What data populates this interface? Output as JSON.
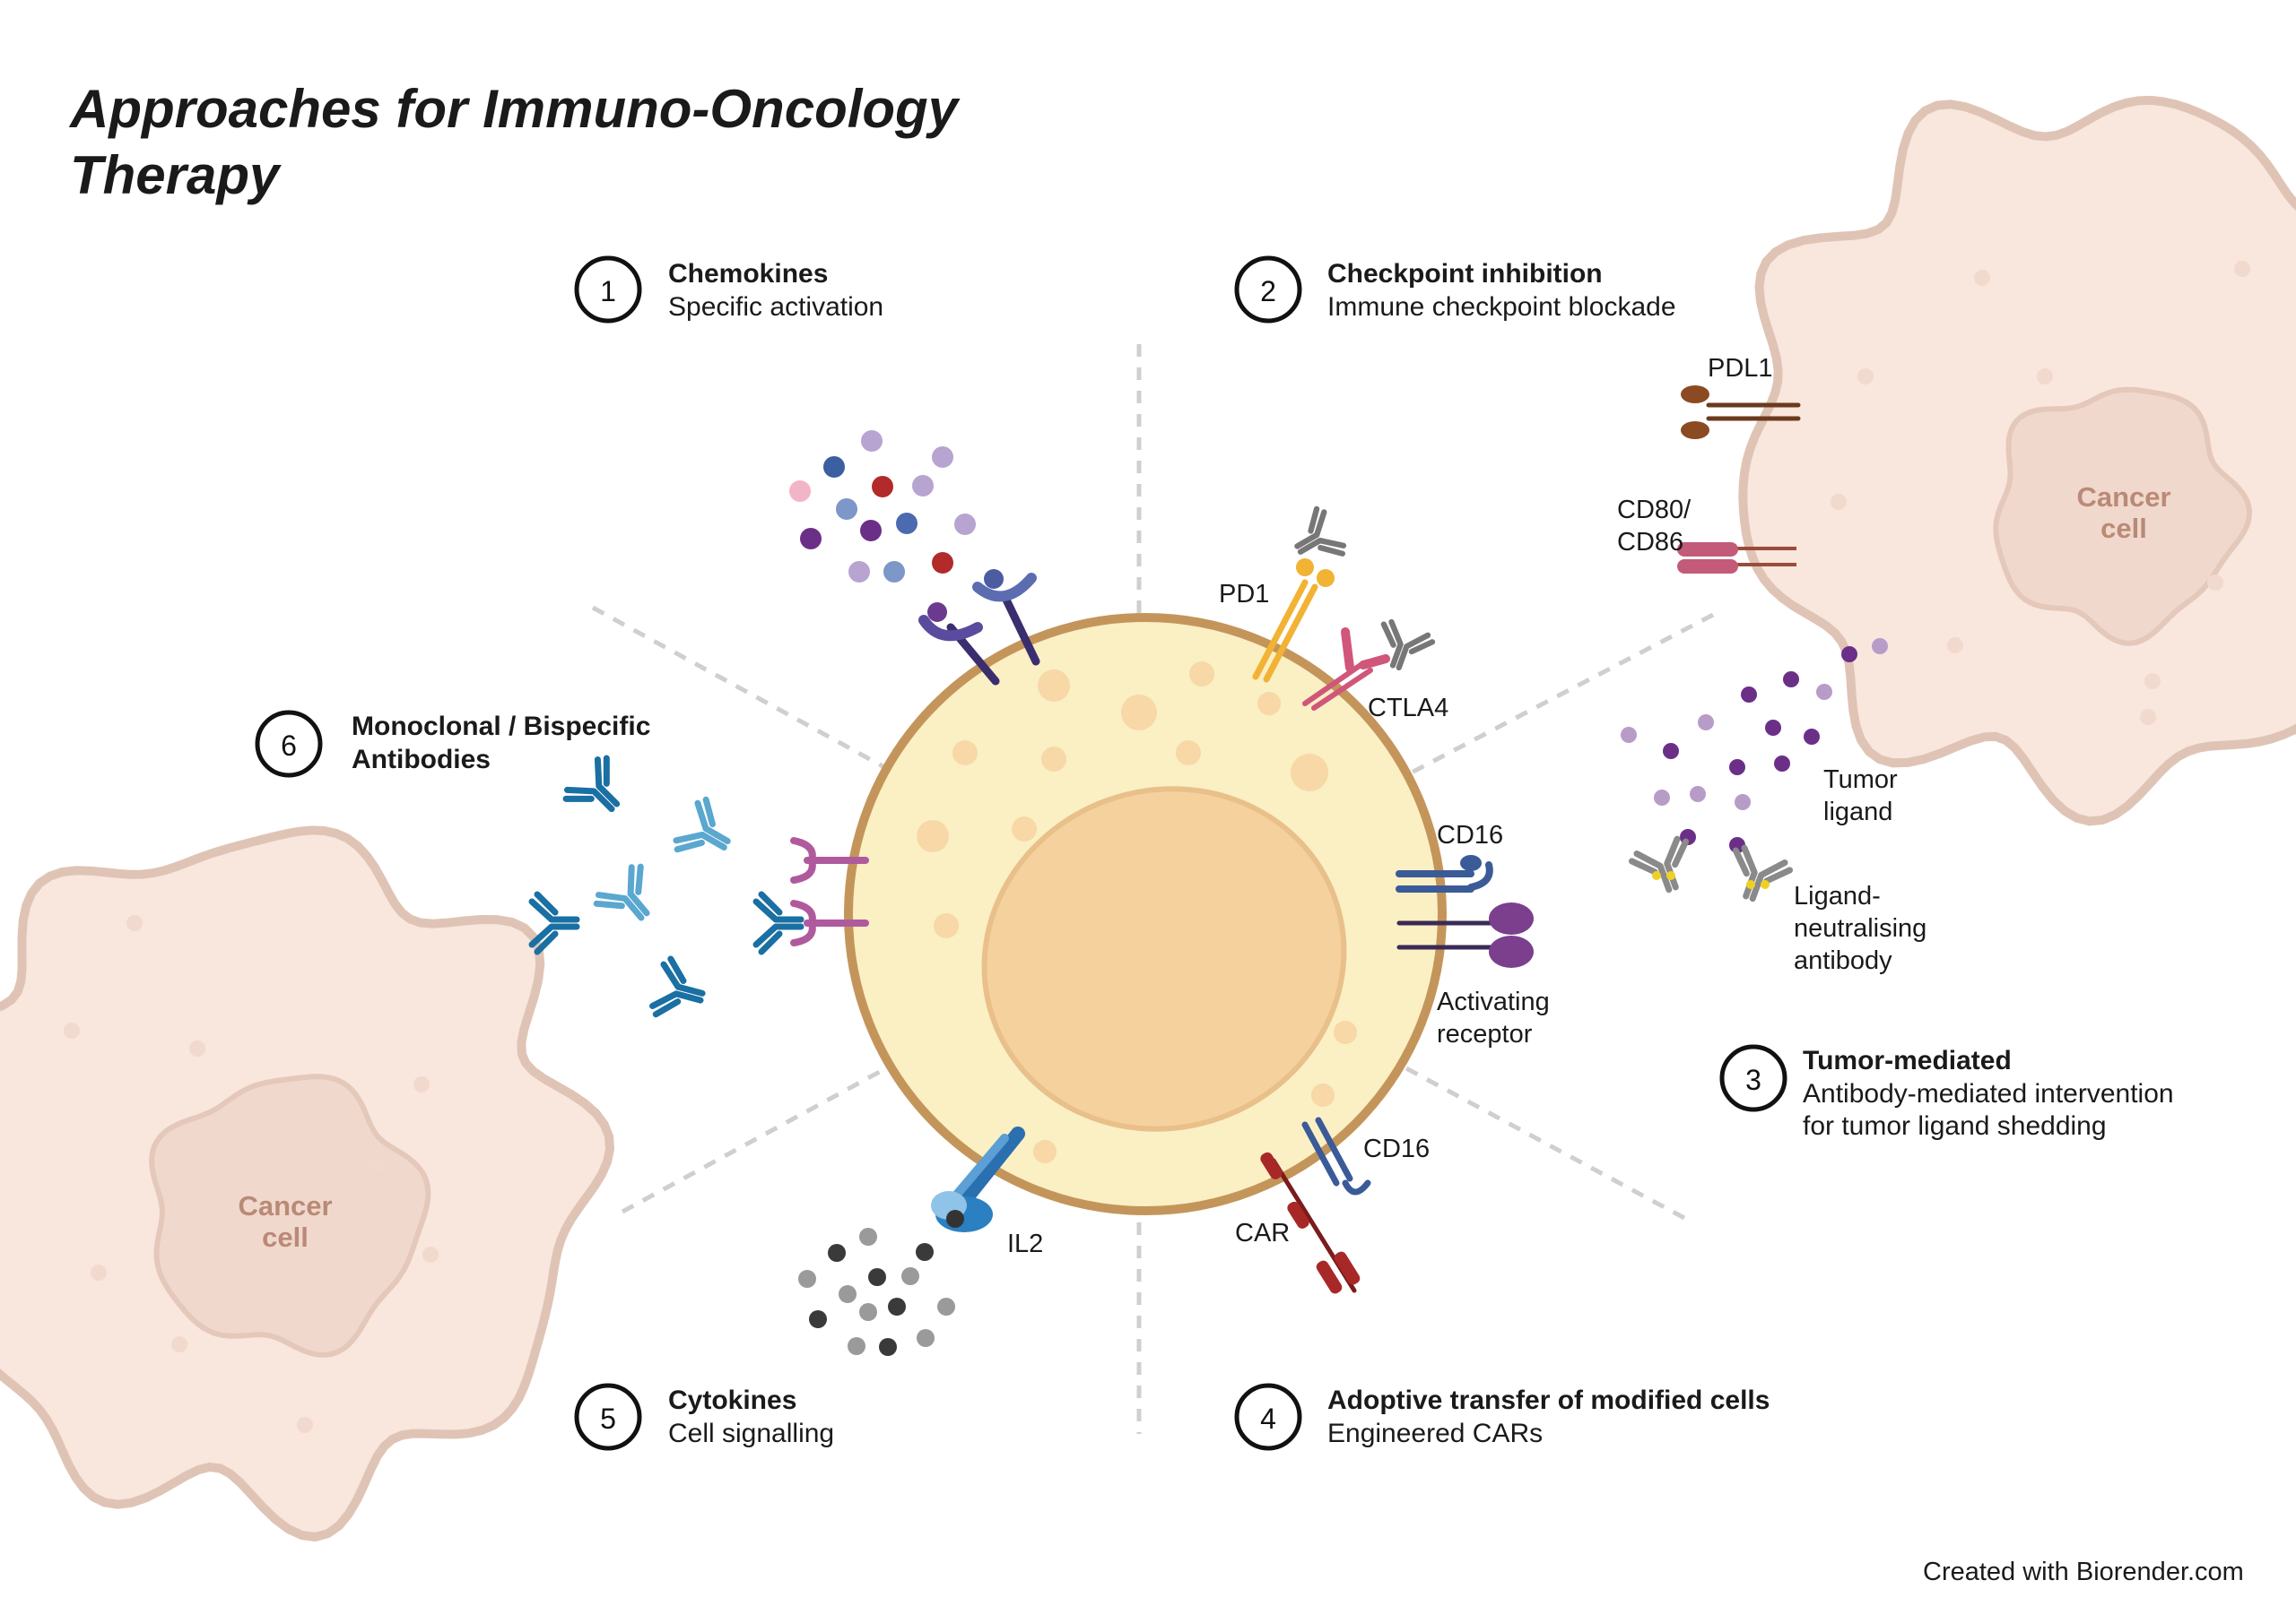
{
  "title": {
    "line1": "Approaches for Immuno-Oncology",
    "line2": "Therapy"
  },
  "approaches": [
    {
      "number": "1",
      "heading": "Chemokines",
      "subtitle": "Specific activation"
    },
    {
      "number": "2",
      "heading": "Checkpoint inhibition",
      "subtitle": "Immune checkpoint blockade"
    },
    {
      "number": "3",
      "heading": "Tumor-mediated",
      "subtitle": "Antibody-mediated intervention",
      "subtitle2": "for tumor ligand shedding"
    },
    {
      "number": "4",
      "heading": "Adoptive transfer of modified cells",
      "subtitle": "Engineered CARs"
    },
    {
      "number": "5",
      "heading": "Cytokines",
      "subtitle": "Cell signalling"
    },
    {
      "number": "6",
      "heading": "Monoclonal / Bispecific",
      "subtitle": "Antibodies"
    }
  ],
  "labels": {
    "pdl1": "PDL1",
    "cd80_1": "CD80/",
    "cd80_2": "CD86",
    "pd1": "PD1",
    "ctla4": "CTLA4",
    "cd16_top": "CD16",
    "activating_1": "Activating",
    "activating_2": "receptor",
    "tumor_ligand_1": "Tumor",
    "tumor_ligand_2": "ligand",
    "lna_1": "Ligand-",
    "lna_2": "neutralising",
    "lna_3": "antibody",
    "cd16_bottom": "CD16",
    "car": "CAR",
    "il2": "IL2"
  },
  "cancer_cells": {
    "right_1": "Cancer",
    "right_2": "cell",
    "left_1": "Cancer",
    "left_2": "cell"
  },
  "credit": "Created with Biorender.com",
  "colors": {
    "cell_fill": "#fbefc4",
    "cell_stroke": "#c4955a",
    "nucleus": "#f5d19e",
    "cancer_fill": "#f9e6dd",
    "cancer_stroke": "#dfc4b6",
    "antibody_blue": "#1a6fa3"
  }
}
